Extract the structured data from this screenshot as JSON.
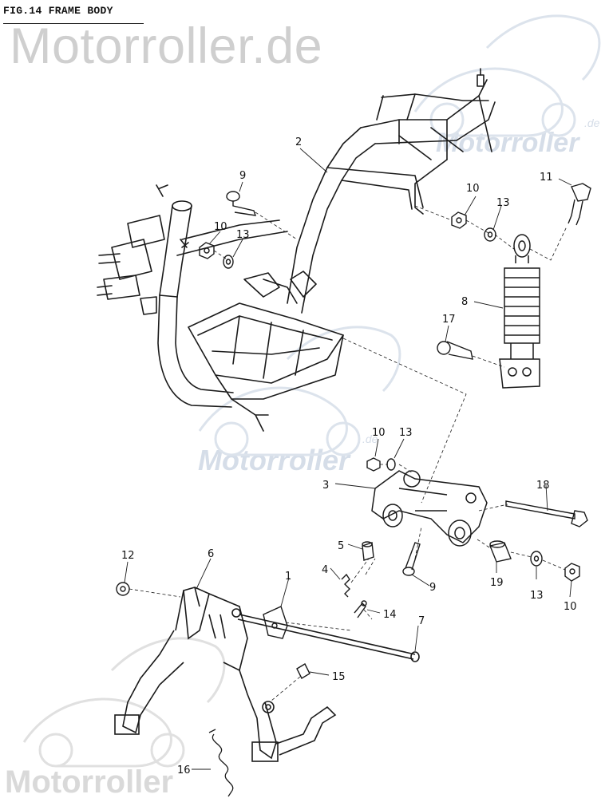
{
  "header": {
    "title": "FIG.14 FRAME BODY"
  },
  "watermarks": {
    "top": "Motorroller.de",
    "right_main": "Motorroller",
    "right_suffix": ".de",
    "center": "Motorroller",
    "center_suffix": ".de",
    "bottom": "Motorroller"
  },
  "parts": [
    {
      "label": "1"
    },
    {
      "label": "2"
    },
    {
      "label": "3"
    },
    {
      "label": "4"
    },
    {
      "label": "5"
    },
    {
      "label": "6"
    },
    {
      "label": "7"
    },
    {
      "label": "8"
    },
    {
      "label": "9"
    },
    {
      "label": "9"
    },
    {
      "label": "10"
    },
    {
      "label": "10"
    },
    {
      "label": "10"
    },
    {
      "label": "10"
    },
    {
      "label": "11"
    },
    {
      "label": "12"
    },
    {
      "label": "13"
    },
    {
      "label": "13"
    },
    {
      "label": "13"
    },
    {
      "label": "13"
    },
    {
      "label": "14"
    },
    {
      "label": "15"
    },
    {
      "label": "16"
    },
    {
      "label": "17"
    },
    {
      "label": "18"
    },
    {
      "label": "19"
    }
  ],
  "colors": {
    "line": "#1a1a1a",
    "watermark_gray": "#cfcfcf",
    "watermark_blue": "#d5dde8"
  }
}
